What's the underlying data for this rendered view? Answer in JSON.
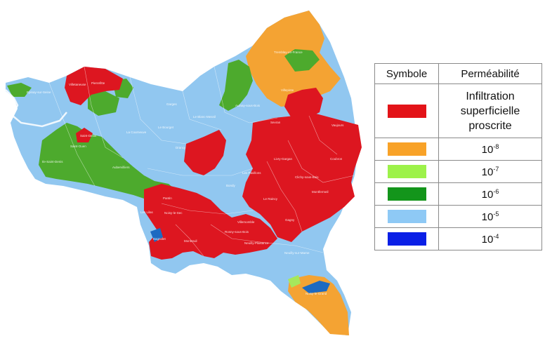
{
  "legend": {
    "header_symbol": "Symbole",
    "header_perm": "Perméabilité",
    "rows": [
      {
        "color": "#e31318",
        "lines": [
          "Infiltration",
          "superficielle",
          "proscrite"
        ]
      },
      {
        "color": "#f8a228",
        "base": "10",
        "exp": "-8"
      },
      {
        "color": "#9df24a",
        "base": "10",
        "exp": "-7"
      },
      {
        "color": "#13951b",
        "base": "10",
        "exp": "-6"
      },
      {
        "color": "#8ec9f5",
        "base": "10",
        "exp": "-5"
      },
      {
        "color": "#0a1fe6",
        "base": "10",
        "exp": "-4"
      }
    ]
  },
  "map": {
    "colors": {
      "red": "#dd1620",
      "orange": "#f4a333",
      "lightgreen": "#a6e85c",
      "green": "#4daa2d",
      "lightblue": "#91c7f0",
      "blue": "#1d6ac1"
    }
  }
}
